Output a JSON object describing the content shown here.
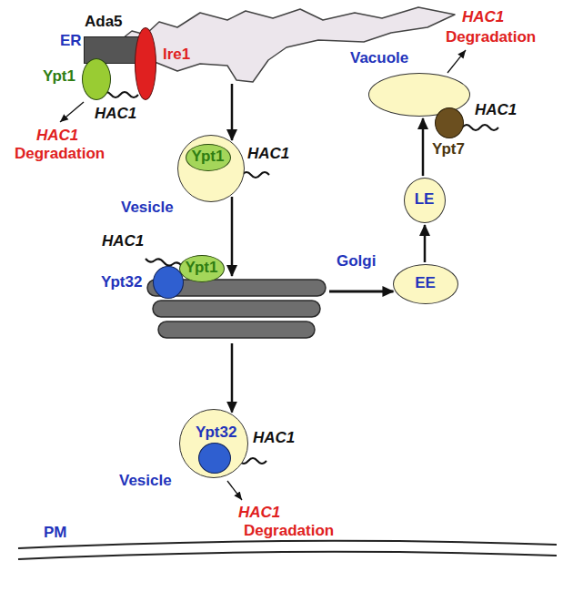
{
  "diagram": {
    "nodes": [
      {
        "text": [
          "ER"
        ]
      },
      {
        "text": [
          "Ada5"
        ]
      },
      {
        "text": [
          "Ire1"
        ]
      },
      {
        "text": [
          "Ypt1"
        ]
      },
      {
        "text": [
          "Vesicle"
        ]
      },
      {
        "text": [
          "Ypt1"
        ],
        "in": 4
      },
      {
        "text": [
          "Golgi"
        ]
      },
      {
        "text": [
          "Ypt1"
        ]
      },
      {
        "text": [
          "Ypt32"
        ]
      },
      {
        "text": [
          "Vesicle"
        ]
      },
      {
        "text": [
          "Ypt32"
        ],
        "in": 9
      },
      {
        "text": [
          "EE"
        ]
      },
      {
        "text": [
          "LE"
        ]
      },
      {
        "text": [
          "Vacuole"
        ]
      },
      {
        "text": [
          "Ypt7"
        ]
      }
    ],
    "edges": [
      {
        "from": 0,
        "to": 4,
        "arrow": "to"
      },
      {
        "from": 4,
        "to": 6,
        "arrow": "to"
      },
      {
        "from": 6,
        "to": 9,
        "arrow": "to"
      },
      {
        "from": 6,
        "to": 11,
        "arrow": "to"
      },
      {
        "from": 11,
        "to": 12,
        "arrow": "to"
      },
      {
        "from": 12,
        "to": 13,
        "arrow": "to"
      }
    ],
    "labels": [
      "HAC1",
      "HAC1",
      "Degradation",
      "HAC1",
      "HAC1",
      "HAC1",
      "HAC1",
      "Degradation",
      "PM",
      "HAC1",
      "HAC1",
      "Degradation"
    ]
  }
}
